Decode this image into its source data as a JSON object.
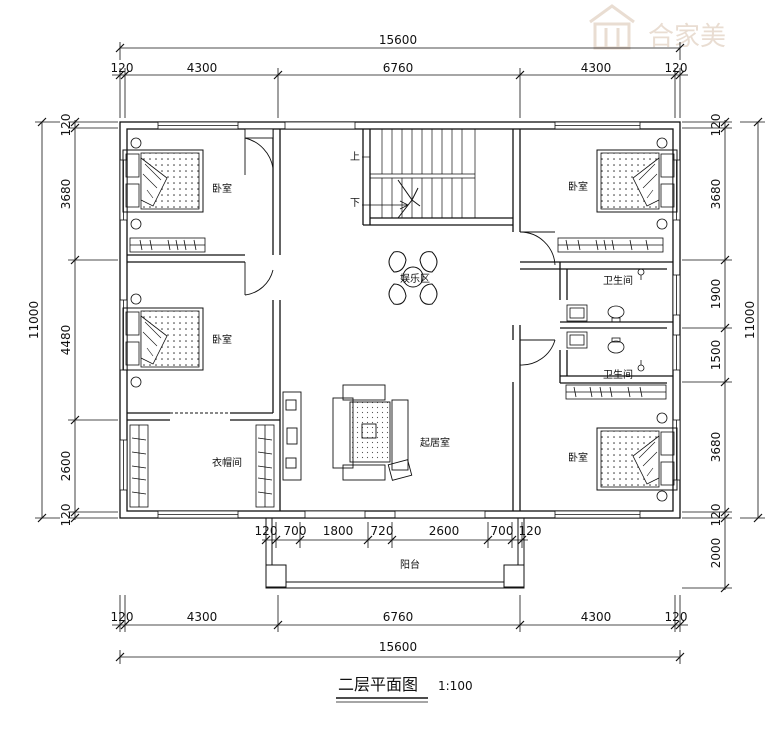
{
  "logo": {
    "text": "合家美"
  },
  "title": {
    "text": "二层平面图",
    "scale": "1:100"
  },
  "dimensions": {
    "top_total": "15600",
    "top_segments": [
      "120",
      "4300",
      "6760",
      "4300",
      "120"
    ],
    "bottom_segments": [
      "120",
      "4300",
      "6760",
      "4300",
      "120"
    ],
    "bottom_total": "15600",
    "left_segments": [
      "120",
      "3680",
      "4480",
      "2600",
      "120"
    ],
    "left_total": "11000",
    "right_segments": [
      "120",
      "3680",
      "1900",
      "1500",
      "3680",
      "120",
      "2000"
    ],
    "right_total": "11000",
    "balcony_segments": [
      "120",
      "700",
      "1800",
      "720",
      "2600",
      "700",
      "120"
    ]
  },
  "rooms": {
    "bedroom_label": "卧室",
    "closet": "衣帽间",
    "living": "起居室",
    "bathroom": "卫生间",
    "entertainment": "娱乐区",
    "balcony": "阳台"
  },
  "stairs": {
    "up": "上",
    "down": "下"
  },
  "colors": {
    "line": "#111111",
    "logo": "#e9ddd2"
  }
}
